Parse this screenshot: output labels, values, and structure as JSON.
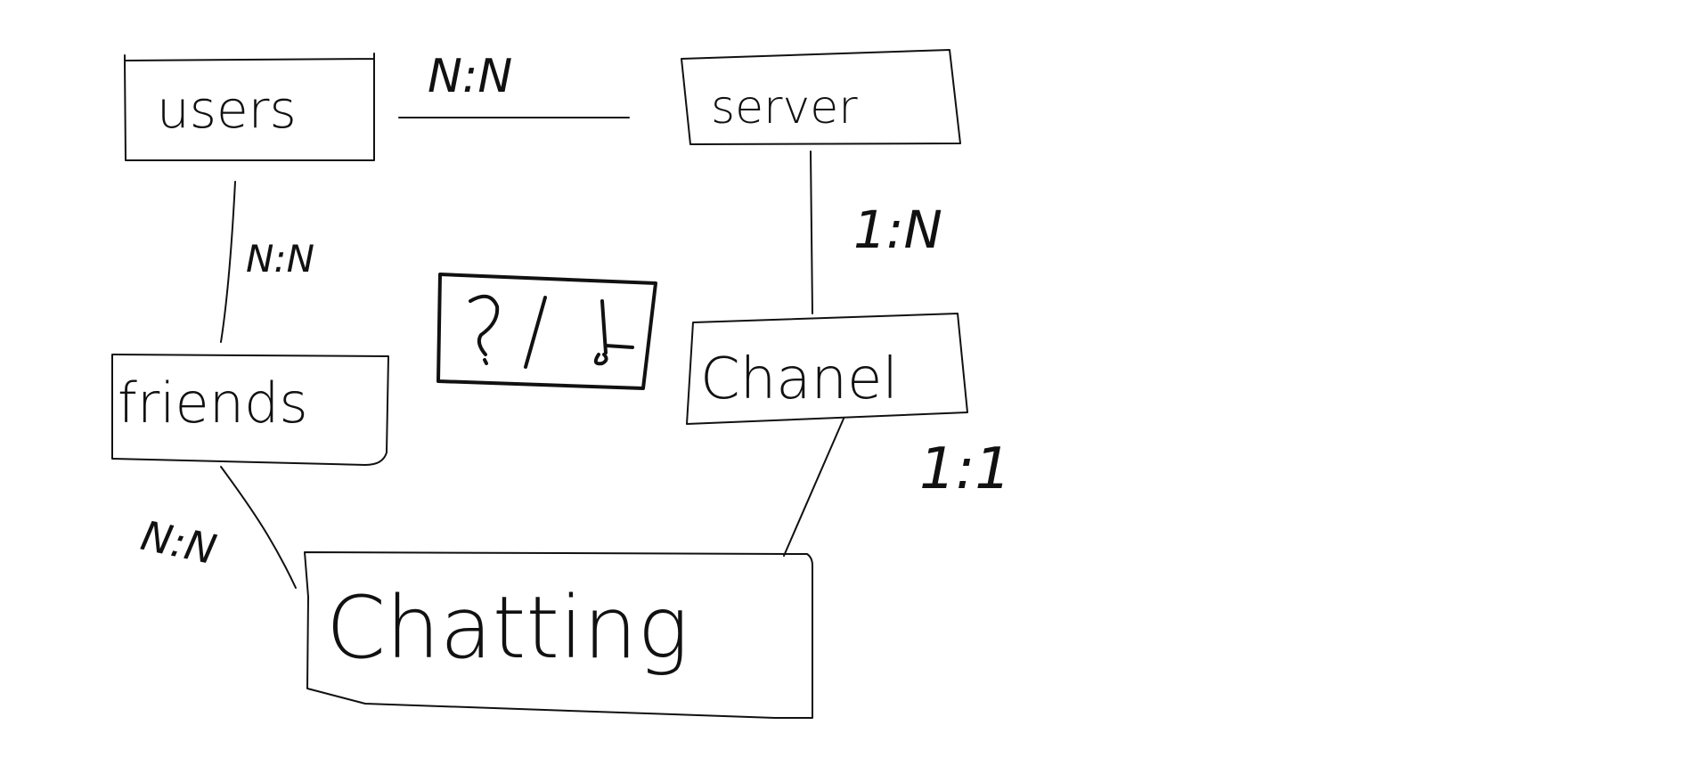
{
  "diagram": {
    "entities": {
      "users": "users",
      "server": "server",
      "friends": "friends",
      "chanel": "Chanel",
      "chatting": "Chatting"
    },
    "relations": {
      "users_server": "N:N",
      "users_friends": "N:N",
      "server_chanel": "1:N",
      "chanel_chatting": "1:1",
      "friends_chatting": "N:N"
    },
    "ink_color": "#111111",
    "background_color": "#ffffff"
  }
}
